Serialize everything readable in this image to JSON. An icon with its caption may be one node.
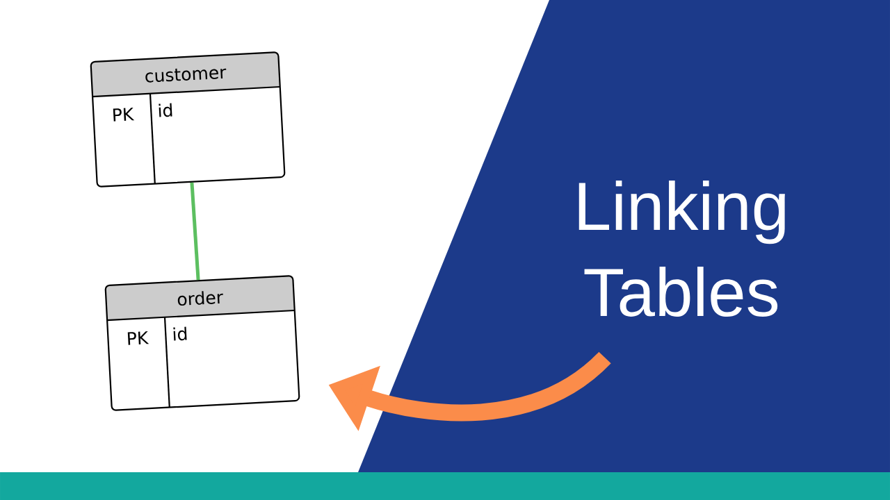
{
  "diagram": {
    "title": "Linking Tables",
    "nodes": [
      {
        "text": [
          "customer",
          "PK",
          "id"
        ]
      },
      {
        "text": [
          "order",
          "PK",
          "id"
        ]
      }
    ],
    "edges": [
      {
        "from": 0,
        "to": 1,
        "arrow": "none",
        "color": "#5cbf60"
      },
      {
        "from": null,
        "to": 1,
        "arrow": "to",
        "style": "thick",
        "color": "#fb8c4a"
      }
    ]
  }
}
